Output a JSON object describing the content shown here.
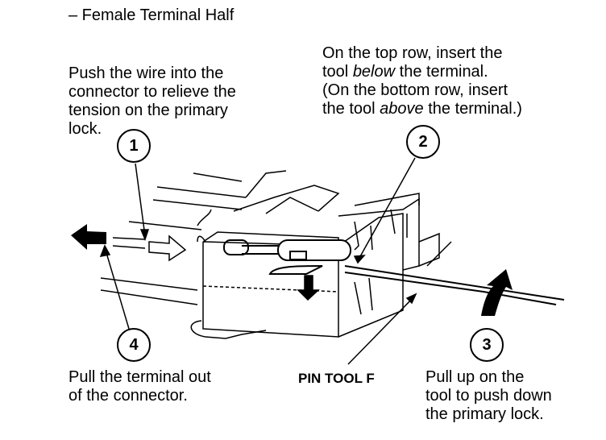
{
  "title": "– Female Terminal Half",
  "callouts": {
    "step1": {
      "number": "1",
      "lines": [
        "Push the wire into the",
        "connector to relieve the",
        "tension on the primary",
        "lock."
      ]
    },
    "step2": {
      "number": "2",
      "line1": "On the top row, insert the",
      "line2_pre": "tool ",
      "line2_em": "below",
      "line2_post": " the terminal.",
      "line3": "(On the bottom row, insert",
      "line4_pre": "the tool ",
      "line4_em": "above",
      "line4_post": " the terminal.)"
    },
    "step3": {
      "number": "3",
      "lines": [
        "Pull up on the",
        "tool to push down",
        "the primary lock."
      ]
    },
    "step4": {
      "number": "4",
      "lines": [
        "Pull the terminal out",
        "of the connector."
      ]
    }
  },
  "tool_label": "PIN TOOL F"
}
